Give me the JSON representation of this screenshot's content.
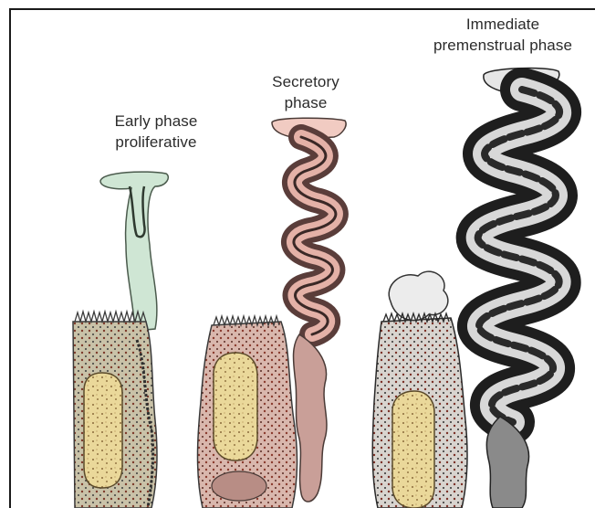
{
  "labels": {
    "early": {
      "line1": "Early phase",
      "line2": "proliferative"
    },
    "secretory": {
      "line1": "Secretory",
      "line2": "phase"
    },
    "premenstrual": {
      "line1": "Immediate",
      "line2": "premenstrual phase"
    }
  },
  "colors": {
    "proliferative_gland": "#cfe6d4",
    "secretory_gland": "#e8b9b0",
    "premenstrual_gland": "#2a2a2a",
    "nucleus_fill": "#e9d79a",
    "cell_wall": "#8a8f86"
  }
}
